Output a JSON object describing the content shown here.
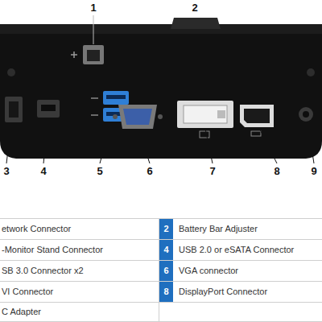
{
  "diagram": {
    "labels": [
      "1",
      "2",
      "3",
      "4",
      "5",
      "6",
      "7",
      "8",
      "9",
      "etwork Connector",
      "2",
      "Battery Bar Adjuster",
      "-Monitor Stand Connector",
      "4",
      "USB 2.0 or eSATA Connector",
      "SB 3.0 Connector x2",
      "6",
      "VGA connector",
      "VI Connector",
      "8",
      "DisplayPort Connector",
      "C Adapter"
    ]
  }
}
